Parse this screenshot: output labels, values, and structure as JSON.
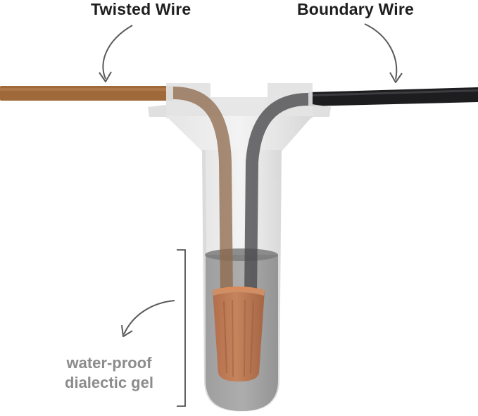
{
  "labels": {
    "twisted_wire": "Twisted Wire",
    "boundary_wire": "Boundary Wire",
    "gel_line1": "water-proof",
    "gel_line2": "dialectic gel"
  },
  "colors": {
    "twisted_wire": "#a0693a",
    "boundary_wire": "#1d1d1f",
    "connector_body": "#dcdcdc",
    "gel": "#8a8a8a",
    "wire_nut": "#c2703f",
    "arrow": "#5a5a5a",
    "label_dark": "#1e1e1e",
    "label_gray": "#8c8c8c"
  }
}
